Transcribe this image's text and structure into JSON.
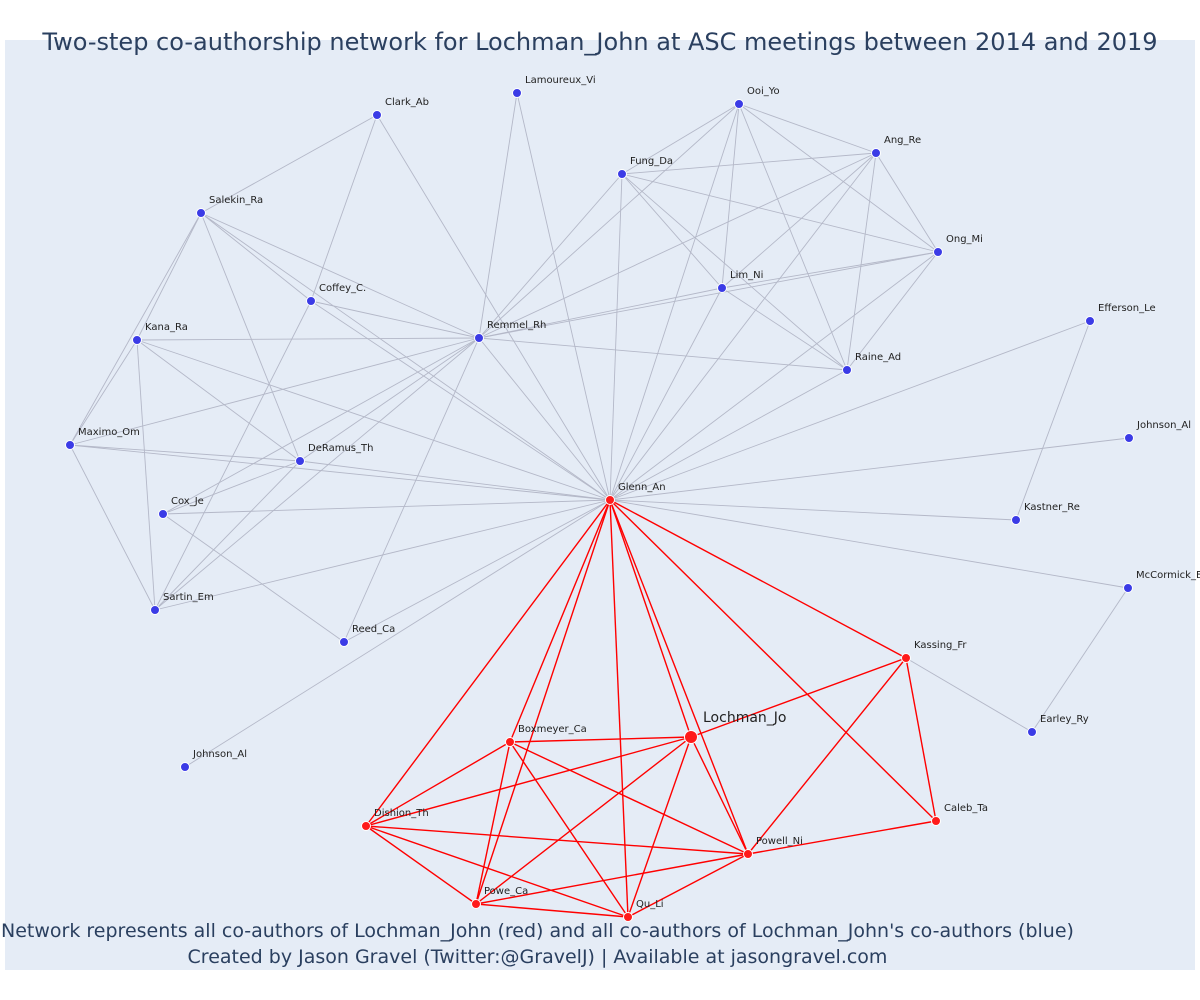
{
  "title": "Two-step co-authorship network for Lochman_John at ASC meetings between 2014 and 2019",
  "caption": {
    "line1": "Network represents all co-authors of Lochman_John (red) and all co-authors of Lochman_John's co-authors (blue)",
    "line2": "Created by Jason Gravel (Twitter:@GravelJ) | Available at jasongravel.com"
  },
  "colors": {
    "background": "#e5ecf6",
    "blue_node": "#3b3be6",
    "red_node": "#ff1a1a",
    "blue_edge": "#b4b8c8",
    "red_edge": "#ff0000",
    "text": "#2a3f5f"
  },
  "nodes": [
    {
      "id": "Lamoureux_Vi",
      "label": "Lamoureux_Vi",
      "group": "blue"
    },
    {
      "id": "Clark_Ab",
      "label": "Clark_Ab",
      "group": "blue"
    },
    {
      "id": "Ooi_Yo",
      "label": "Ooi_Yo",
      "group": "blue"
    },
    {
      "id": "Ang_Re",
      "label": "Ang_Re",
      "group": "blue"
    },
    {
      "id": "Fung_Da",
      "label": "Fung_Da",
      "group": "blue"
    },
    {
      "id": "Salekin_Ra",
      "label": "Salekin_Ra",
      "group": "blue"
    },
    {
      "id": "Ong_Mi",
      "label": "Ong_Mi",
      "group": "blue"
    },
    {
      "id": "Coffey_C",
      "label": "Coffey_C.",
      "group": "blue"
    },
    {
      "id": "Lim_Ni",
      "label": "Lim_Ni",
      "group": "blue"
    },
    {
      "id": "Efferson_Le",
      "label": "Efferson_Le",
      "group": "blue"
    },
    {
      "id": "Kana_Ra",
      "label": "Kana_Ra",
      "group": "blue"
    },
    {
      "id": "Remmel_Rh",
      "label": "Remmel_Rh",
      "group": "blue"
    },
    {
      "id": "Raine_Ad",
      "label": "Raine_Ad",
      "group": "blue"
    },
    {
      "id": "Maximo_Om",
      "label": "Maximo_Om",
      "group": "blue"
    },
    {
      "id": "Johnson_Al_1",
      "label": "Johnson_Al",
      "group": "blue"
    },
    {
      "id": "DeRamus_Th",
      "label": "DeRamus_Th",
      "group": "blue"
    },
    {
      "id": "Glenn_An",
      "label": "Glenn_An",
      "group": "red"
    },
    {
      "id": "Cox_Je",
      "label": "Cox_Je",
      "group": "blue"
    },
    {
      "id": "Kastner_Re",
      "label": "Kastner_Re",
      "group": "blue"
    },
    {
      "id": "McCormick_E",
      "label": "McCormick_E",
      "group": "blue"
    },
    {
      "id": "Sartin_Em",
      "label": "Sartin_Em",
      "group": "blue"
    },
    {
      "id": "Reed_Ca",
      "label": "Reed_Ca",
      "group": "blue"
    },
    {
      "id": "Kassing_Fr",
      "label": "Kassing_Fr",
      "group": "red"
    },
    {
      "id": "Lochman_Jo",
      "label": "Lochman_Jo",
      "group": "red",
      "focal": true
    },
    {
      "id": "Boxmeyer_Ca",
      "label": "Boxmeyer_Ca",
      "group": "red"
    },
    {
      "id": "Earley_Ry",
      "label": "Earley_Ry",
      "group": "blue"
    },
    {
      "id": "Johnson_Al_2",
      "label": "Johnson_Al",
      "group": "blue"
    },
    {
      "id": "Dishion_Th",
      "label": "Dishion_Th",
      "group": "red"
    },
    {
      "id": "Caleb_Ta",
      "label": "Caleb_Ta",
      "group": "red"
    },
    {
      "id": "Powell_Ni",
      "label": "Powell_Ni",
      "group": "red"
    },
    {
      "id": "Powe_Ca",
      "label": "Powe_Ca",
      "group": "red"
    },
    {
      "id": "Qu_Li",
      "label": "Qu_Li",
      "group": "red"
    }
  ],
  "edges": [
    [
      "Lochman_Jo",
      "Glenn_An"
    ],
    [
      "Lochman_Jo",
      "Kassing_Fr"
    ],
    [
      "Lochman_Jo",
      "Boxmeyer_Ca"
    ],
    [
      "Lochman_Jo",
      "Dishion_Th"
    ],
    [
      "Lochman_Jo",
      "Powell_Ni"
    ],
    [
      "Lochman_Jo",
      "Powe_Ca"
    ],
    [
      "Lochman_Jo",
      "Qu_Li"
    ],
    [
      "Glenn_An",
      "Kassing_Fr"
    ],
    [
      "Glenn_An",
      "Caleb_Ta"
    ],
    [
      "Glenn_An",
      "Powell_Ni"
    ],
    [
      "Glenn_An",
      "Qu_Li"
    ],
    [
      "Glenn_An",
      "Powe_Ca"
    ],
    [
      "Glenn_An",
      "Boxmeyer_Ca"
    ],
    [
      "Glenn_An",
      "Dishion_Th"
    ],
    [
      "Kassing_Fr",
      "Caleb_Ta"
    ],
    [
      "Kassing_Fr",
      "Powell_Ni"
    ],
    [
      "Boxmeyer_Ca",
      "Dishion_Th"
    ],
    [
      "Boxmeyer_Ca",
      "Powe_Ca"
    ],
    [
      "Boxmeyer_Ca",
      "Qu_Li"
    ],
    [
      "Boxmeyer_Ca",
      "Powell_Ni"
    ],
    [
      "Dishion_Th",
      "Powell_Ni"
    ],
    [
      "Dishion_Th",
      "Powe_Ca"
    ],
    [
      "Dishion_Th",
      "Qu_Li"
    ],
    [
      "Powell_Ni",
      "Caleb_Ta"
    ],
    [
      "Powell_Ni",
      "Powe_Ca"
    ],
    [
      "Powell_Ni",
      "Qu_Li"
    ],
    [
      "Powe_Ca",
      "Qu_Li"
    ],
    [
      "Glenn_An",
      "Lamoureux_Vi"
    ],
    [
      "Glenn_An",
      "Clark_Ab"
    ],
    [
      "Glenn_An",
      "Ooi_Yo"
    ],
    [
      "Glenn_An",
      "Ang_Re"
    ],
    [
      "Glenn_An",
      "Fung_Da"
    ],
    [
      "Glenn_An",
      "Salekin_Ra"
    ],
    [
      "Glenn_An",
      "Ong_Mi"
    ],
    [
      "Glenn_An",
      "Coffey_C"
    ],
    [
      "Glenn_An",
      "Lim_Ni"
    ],
    [
      "Glenn_An",
      "Efferson_Le"
    ],
    [
      "Glenn_An",
      "Kana_Ra"
    ],
    [
      "Glenn_An",
      "Remmel_Rh"
    ],
    [
      "Glenn_An",
      "Raine_Ad"
    ],
    [
      "Glenn_An",
      "Maximo_Om"
    ],
    [
      "Glenn_An",
      "Johnson_Al_1"
    ],
    [
      "Glenn_An",
      "DeRamus_Th"
    ],
    [
      "Glenn_An",
      "Cox_Je"
    ],
    [
      "Glenn_An",
      "Kastner_Re"
    ],
    [
      "Glenn_An",
      "McCormick_E"
    ],
    [
      "Glenn_An",
      "Sartin_Em"
    ],
    [
      "Glenn_An",
      "Reed_Ca"
    ],
    [
      "Glenn_An",
      "Johnson_Al_2"
    ],
    [
      "Kassing_Fr",
      "Earley_Ry"
    ],
    [
      "McCormick_E",
      "Earley_Ry"
    ],
    [
      "Efferson_Le",
      "Kastner_Re"
    ],
    [
      "Ooi_Yo",
      "Ang_Re"
    ],
    [
      "Ooi_Yo",
      "Fung_Da"
    ],
    [
      "Ooi_Yo",
      "Ong_Mi"
    ],
    [
      "Ooi_Yo",
      "Lim_Ni"
    ],
    [
      "Ooi_Yo",
      "Raine_Ad"
    ],
    [
      "Ooi_Yo",
      "Remmel_Rh"
    ],
    [
      "Ang_Re",
      "Fung_Da"
    ],
    [
      "Ang_Re",
      "Ong_Mi"
    ],
    [
      "Ang_Re",
      "Lim_Ni"
    ],
    [
      "Ang_Re",
      "Raine_Ad"
    ],
    [
      "Ang_Re",
      "Remmel_Rh"
    ],
    [
      "Fung_Da",
      "Ong_Mi"
    ],
    [
      "Fung_Da",
      "Lim_Ni"
    ],
    [
      "Fung_Da",
      "Raine_Ad"
    ],
    [
      "Fung_Da",
      "Remmel_Rh"
    ],
    [
      "Ong_Mi",
      "Lim_Ni"
    ],
    [
      "Ong_Mi",
      "Raine_Ad"
    ],
    [
      "Ong_Mi",
      "Remmel_Rh"
    ],
    [
      "Lim_Ni",
      "Raine_Ad"
    ],
    [
      "Lim_Ni",
      "Remmel_Rh"
    ],
    [
      "Raine_Ad",
      "Remmel_Rh"
    ],
    [
      "Remmel_Rh",
      "Lamoureux_Vi"
    ],
    [
      "Remmel_Rh",
      "Salekin_Ra"
    ],
    [
      "Remmel_Rh",
      "Coffey_C"
    ],
    [
      "Remmel_Rh",
      "Kana_Ra"
    ],
    [
      "Remmel_Rh",
      "Maximo_Om"
    ],
    [
      "Remmel_Rh",
      "Cox_Je"
    ],
    [
      "Remmel_Rh",
      "Sartin_Em"
    ],
    [
      "Remmel_Rh",
      "Reed_Ca"
    ],
    [
      "Remmel_Rh",
      "DeRamus_Th"
    ],
    [
      "Clark_Ab",
      "Salekin_Ra"
    ],
    [
      "Clark_Ab",
      "Coffey_C"
    ],
    [
      "Salekin_Ra",
      "Kana_Ra"
    ],
    [
      "Salekin_Ra",
      "Maximo_Om"
    ],
    [
      "Salekin_Ra",
      "DeRamus_Th"
    ],
    [
      "Salekin_Ra",
      "Coffey_C"
    ],
    [
      "Kana_Ra",
      "Maximo_Om"
    ],
    [
      "Kana_Ra",
      "Sartin_Em"
    ],
    [
      "Kana_Ra",
      "DeRamus_Th"
    ],
    [
      "Maximo_Om",
      "Sartin_Em"
    ],
    [
      "Maximo_Om",
      "DeRamus_Th"
    ],
    [
      "Coffey_C",
      "Sartin_Em"
    ],
    [
      "Cox_Je",
      "Reed_Ca"
    ],
    [
      "DeRamus_Th",
      "Cox_Je"
    ],
    [
      "DeRamus_Th",
      "Sartin_Em"
    ]
  ]
}
